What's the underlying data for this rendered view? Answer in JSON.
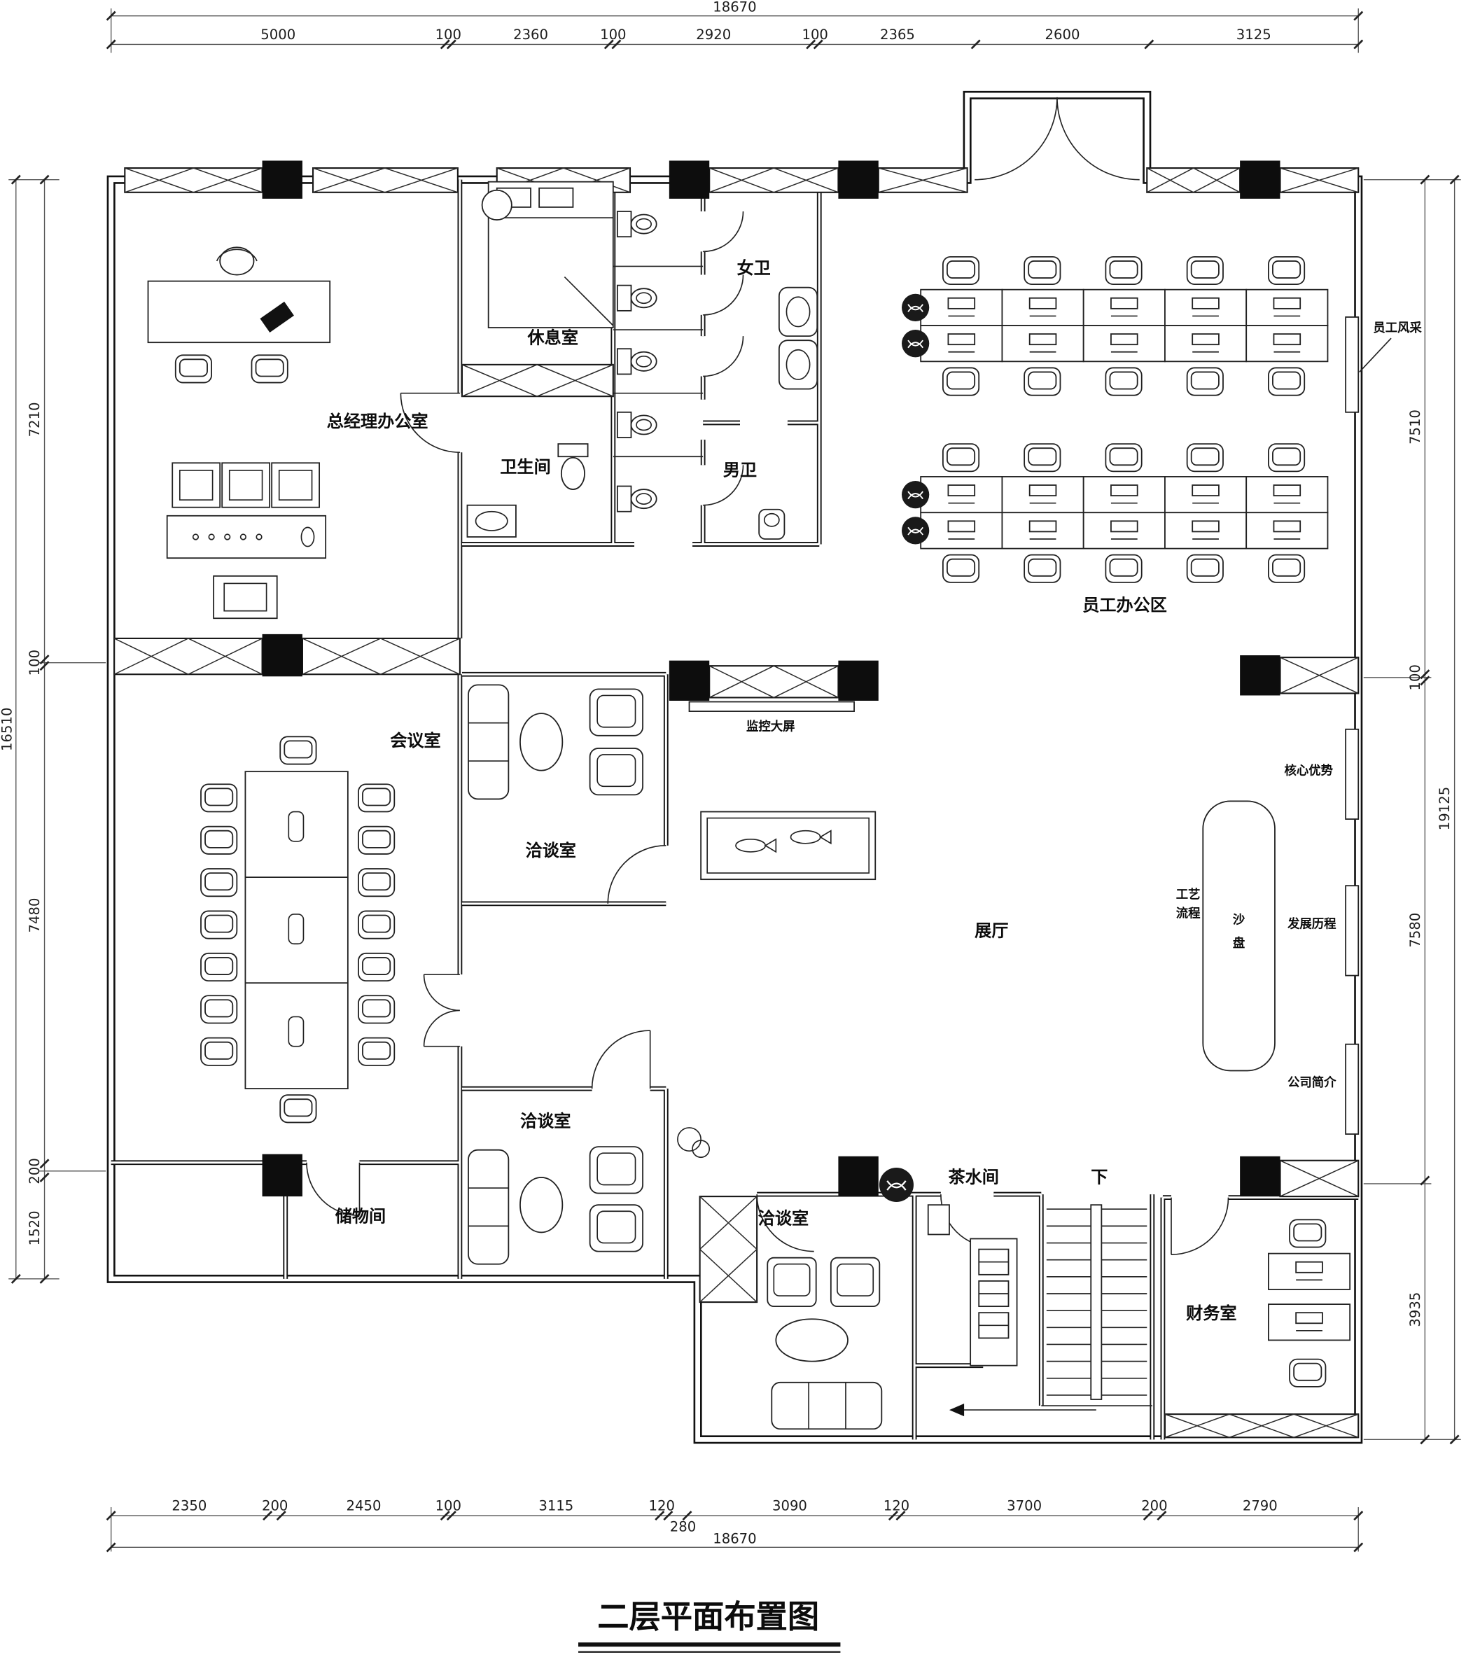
{
  "drawing": {
    "title": "二层平面布置图"
  },
  "dims": {
    "top": {
      "total": "18670",
      "segments": [
        "5000",
        "100",
        "2360",
        "100",
        "2920",
        "100",
        "2365",
        "2600",
        "3125"
      ]
    },
    "bottom": {
      "total": "18670",
      "segments": [
        "2350",
        "200",
        "2450",
        "100",
        "3115",
        "120",
        "280",
        "3090",
        "120",
        "3700",
        "200",
        "2790"
      ]
    },
    "left": {
      "total": "16510",
      "segments": [
        "7210",
        "100",
        "7480",
        "200",
        "1520"
      ]
    },
    "right": {
      "total": "19125",
      "segments": [
        "7510",
        "100",
        "7580",
        "3935"
      ]
    }
  },
  "rooms": {
    "gm_office": "总经理办公室",
    "rest_room": "休息室",
    "bathroom": "卫生间",
    "female_wc": "女卫",
    "male_wc": "男卫",
    "staff_area": "员工办公区",
    "meeting": "会议室",
    "negotiation_a": "洽谈室",
    "negotiation_b": "洽谈室",
    "negotiation_c": "洽谈室",
    "monitor_wall": "监控大屏",
    "hall": "展厅",
    "storage": "储物间",
    "tea": "茶水间",
    "stairs_down": "下",
    "finance": "财务室"
  },
  "features": {
    "staff_wall": "员工风采",
    "core": "核心优势",
    "history": "发展历程",
    "intro": "公司简介",
    "process_l1": "工艺",
    "process_l2": "流程",
    "sand_c1": "沙",
    "sand_c2": "盘"
  }
}
